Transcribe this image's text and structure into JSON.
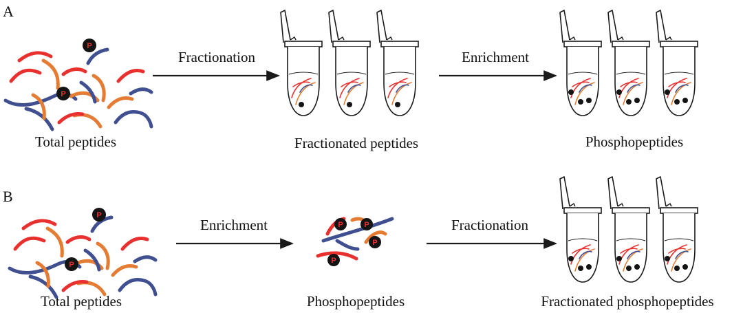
{
  "panels": [
    "A",
    "B"
  ],
  "row_a": {
    "start_label": "Total peptides",
    "step1": "Fractionation",
    "middle_label": "Fractionated peptides",
    "step2": "Enrichment",
    "end_label": "Phosphopeptides"
  },
  "row_b": {
    "start_label": "Total peptides",
    "step1": "Enrichment",
    "middle_label": "Phosphopeptides",
    "step2": "Fractionation",
    "end_label": "Fractionated phosphopeptides"
  },
  "phospho_marker": "P",
  "colors": {
    "red": "#e8312f",
    "orange": "#e57c34",
    "blue": "#3f4f8f",
    "marker": "#141414",
    "marker_text": "#e8312f",
    "line": "#1a1a1a"
  }
}
